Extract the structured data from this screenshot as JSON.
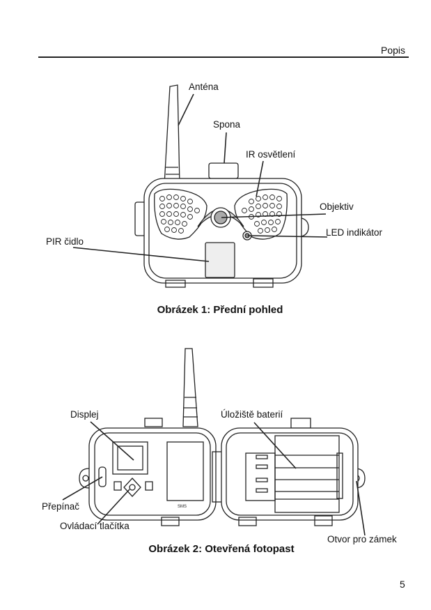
{
  "header": {
    "section": "Popis"
  },
  "figure1": {
    "caption": "Obrázek 1: Přední pohled",
    "labels": {
      "antenna": "Anténa",
      "clip": "Spona",
      "ir": "IR osvětlení",
      "lens": "Objektiv",
      "led": "LED indikátor",
      "pir": "PIR čidlo"
    }
  },
  "figure2": {
    "caption": "Obrázek 2: Otevřená fotopast",
    "labels": {
      "display": "Displej",
      "battery": "Úložiště baterií",
      "switch": "Přepínač",
      "buttons": "Ovládací tlačítka",
      "lock": "Otvor pro zámek"
    }
  },
  "footer": {
    "page_number": "5"
  }
}
